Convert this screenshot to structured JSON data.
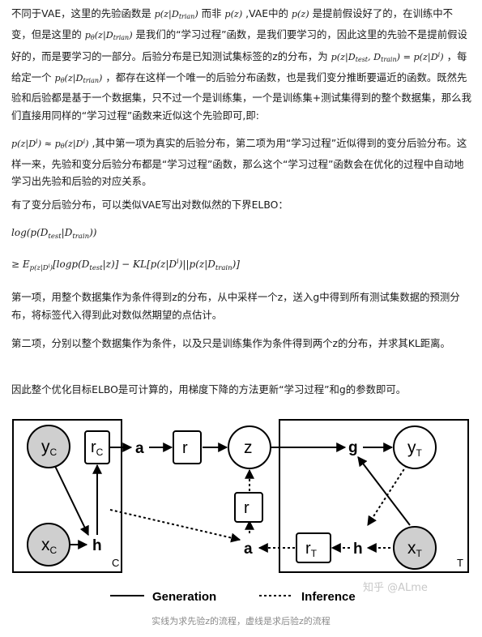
{
  "para1": {
    "s1": "不同于VAE，这里的先验函数是",
    "m1": "p(z|D",
    "m1sub": "trian",
    "m1end": ")",
    "s2": "而非",
    "m2": "p(z)",
    "s3": ",VAE中的",
    "m3": "p(z)",
    "s4": "是提前假设好了的，在训练中不变，但是这里的",
    "m4": "p",
    "m4sub": "θ",
    "m4b": "(z|D",
    "m4sub2": "trian",
    "m4end": ")",
    "s5": "是我们的“学习过程”函数，是我们要学习的，因此这里的先验不是提前假设好的，而是要学习的一部分。后验分布是已知测试集标签的z的分布，为",
    "m5a": "p(z|D",
    "m5sub1": "test",
    "m5b": ", D",
    "m5sub2": "train",
    "m5c": ") = p(z|D",
    "m5sup": "i",
    "m5d": ")",
    "s6": "，每给定一个",
    "m6": "p",
    "m6sub": "θ",
    "m6b": "(z|D",
    "m6sub2": "trian",
    "m6end": ")",
    "s7": "，都存在这样一个唯一的后验分布函数，也是我们变分推断要逼近的函数。既然先验和后验都是基于一个数据集，只不过一个是训练集，一个是训练集+测试集得到的整个数据集，那么我们直接用同样的“学习过程”函数来近似这个先验即可,即:"
  },
  "para2": {
    "m1": "p(z|D",
    "m1sup": "i",
    "m1b": ") ≈ p",
    "m1sub": "θ",
    "m1c": "(z|D",
    "m1sup2": "i",
    "m1d": ")",
    "s1": ",其中第一项为真实的后验分布，第二项为用“学习过程”近似得到的变分后验分布。这样一来，先验和变分后验分布都是“学习过程”函数，那么这个“学习过程”函数会在优化的过程中自动地学习出先验和后验的对应关系。"
  },
  "para3": "有了变分后验分布，可以类似VAE写出对数似然的下界ELBO：",
  "eq1": {
    "a": "log(p(D",
    "sub1": "test",
    "b": "|D",
    "sub2": "train",
    "c": "))"
  },
  "eq2": {
    "a": "≥ E",
    "sub": "p(z|D",
    "subsup": "i",
    "subend": ")",
    "b": "[logp(D",
    "sub2": "test",
    "c": "|z)] − KL[p(z|D",
    "sup": "i",
    "d": ")||p(z|D",
    "sub3": "train",
    "e": ")]"
  },
  "para4": "第一项，用整个数据集作为条件得到z的分布，从中采样一个z，送入g中得到所有测试集数据的预测分布，将标签代入得到此对数似然期望的点估计。",
  "para5": "第二项，分别以整个数据集作为条件，以及只是训练集作为条件得到两个z的分布，并求其KL距离。",
  "para6": "因此整个优化目标ELBO是可计算的，用梯度下降的方法更新“学习过程”和g的参数即可。",
  "figure": {
    "nodes": {
      "yC": "y",
      "yC_sub": "C",
      "xC": "x",
      "xC_sub": "C",
      "rC": "r",
      "rC_sub": "C",
      "h_left": "h",
      "a_top": "a",
      "r_box": "r",
      "z": "z",
      "r_mid": "r",
      "a_bottom": "a",
      "g": "g",
      "yT": "y",
      "yT_sub": "T",
      "xT": "x",
      "xT_sub": "T",
      "rT": "r",
      "rT_sub": "T",
      "h_right": "h",
      "plate_left_label": "C",
      "plate_right_label": "T"
    },
    "legend": {
      "generation": "Generation",
      "inference": "Inference"
    },
    "colors": {
      "shaded_node": "#cfcfcf",
      "stroke": "#000000"
    }
  },
  "watermark": "知乎 @ALme",
  "caption": "实线为求先验z的流程，虚线是求后验z的流程"
}
